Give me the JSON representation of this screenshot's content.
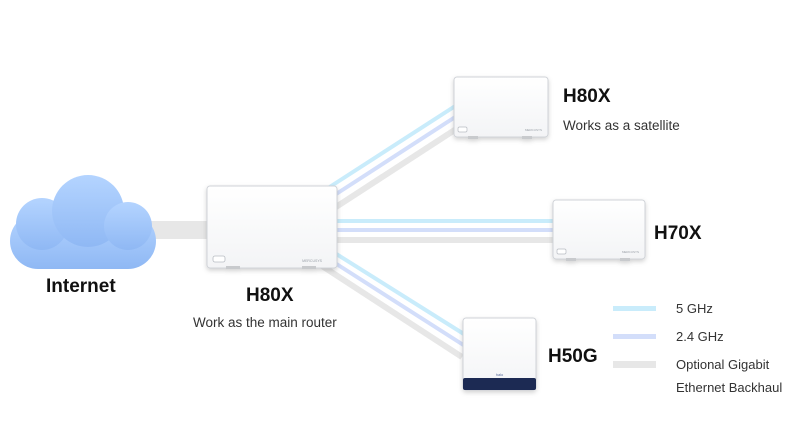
{
  "internet": {
    "label": "Internet"
  },
  "main_router": {
    "model": "H80X",
    "role": "Work as the main router",
    "brand_mark": "MERCUSYS"
  },
  "satellites": [
    {
      "model": "H80X",
      "role": "Works as a satellite",
      "brand_mark": "MERCUSYS"
    },
    {
      "model": "H70X",
      "role": "",
      "brand_mark": "MERCUSYS"
    },
    {
      "model": "H50G",
      "role": "",
      "brand_mark": "halo"
    }
  ],
  "legend": [
    {
      "label": "5 GHz",
      "color": "#c9ecfb"
    },
    {
      "label": "2.4 GHz",
      "color": "#d3defa"
    },
    {
      "label": "Optional Gigabit",
      "label2": "Ethernet Backhaul",
      "color": "#e7e7e7"
    }
  ],
  "colors": {
    "band_5ghz": "#c9ecfb",
    "band_24ghz": "#d3defa",
    "ethernet": "#e7e7e7",
    "cloud_top": "#b4d4ff",
    "cloud_bottom": "#8fb8f4",
    "h50g_base": "#1f2a52"
  }
}
